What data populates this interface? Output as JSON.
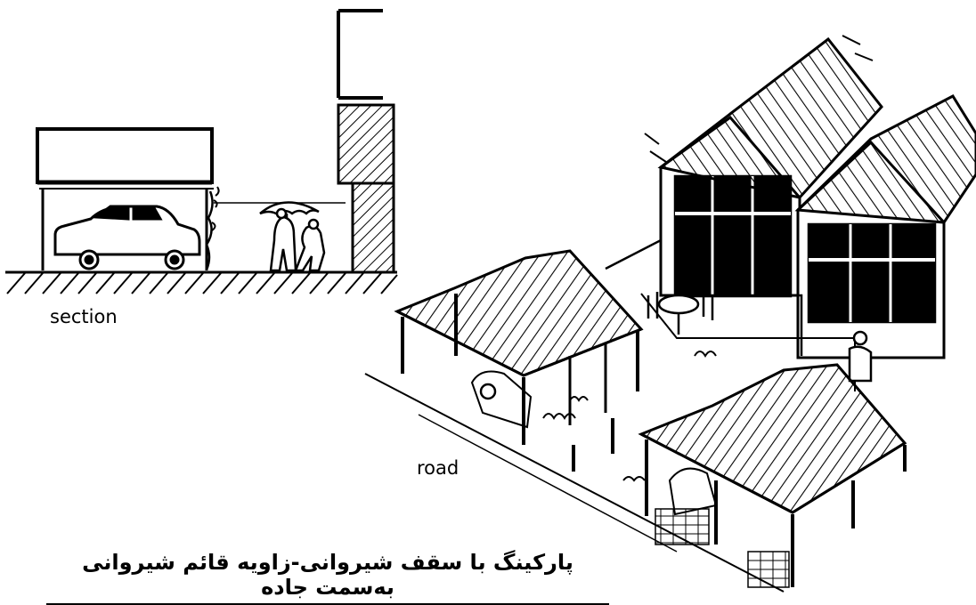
{
  "labels": {
    "section": "section",
    "road": "road"
  },
  "caption": "پارکینگ با سقف شیروانی-زاویه قائم شیروانی به‌سمت جاده",
  "colors": {
    "ink": "#000000",
    "paper": "#ffffff"
  },
  "icons": [
    "car-icon",
    "umbrella-person-icon",
    "table-chairs-icon",
    "person-icon",
    "wheel-icon"
  ]
}
